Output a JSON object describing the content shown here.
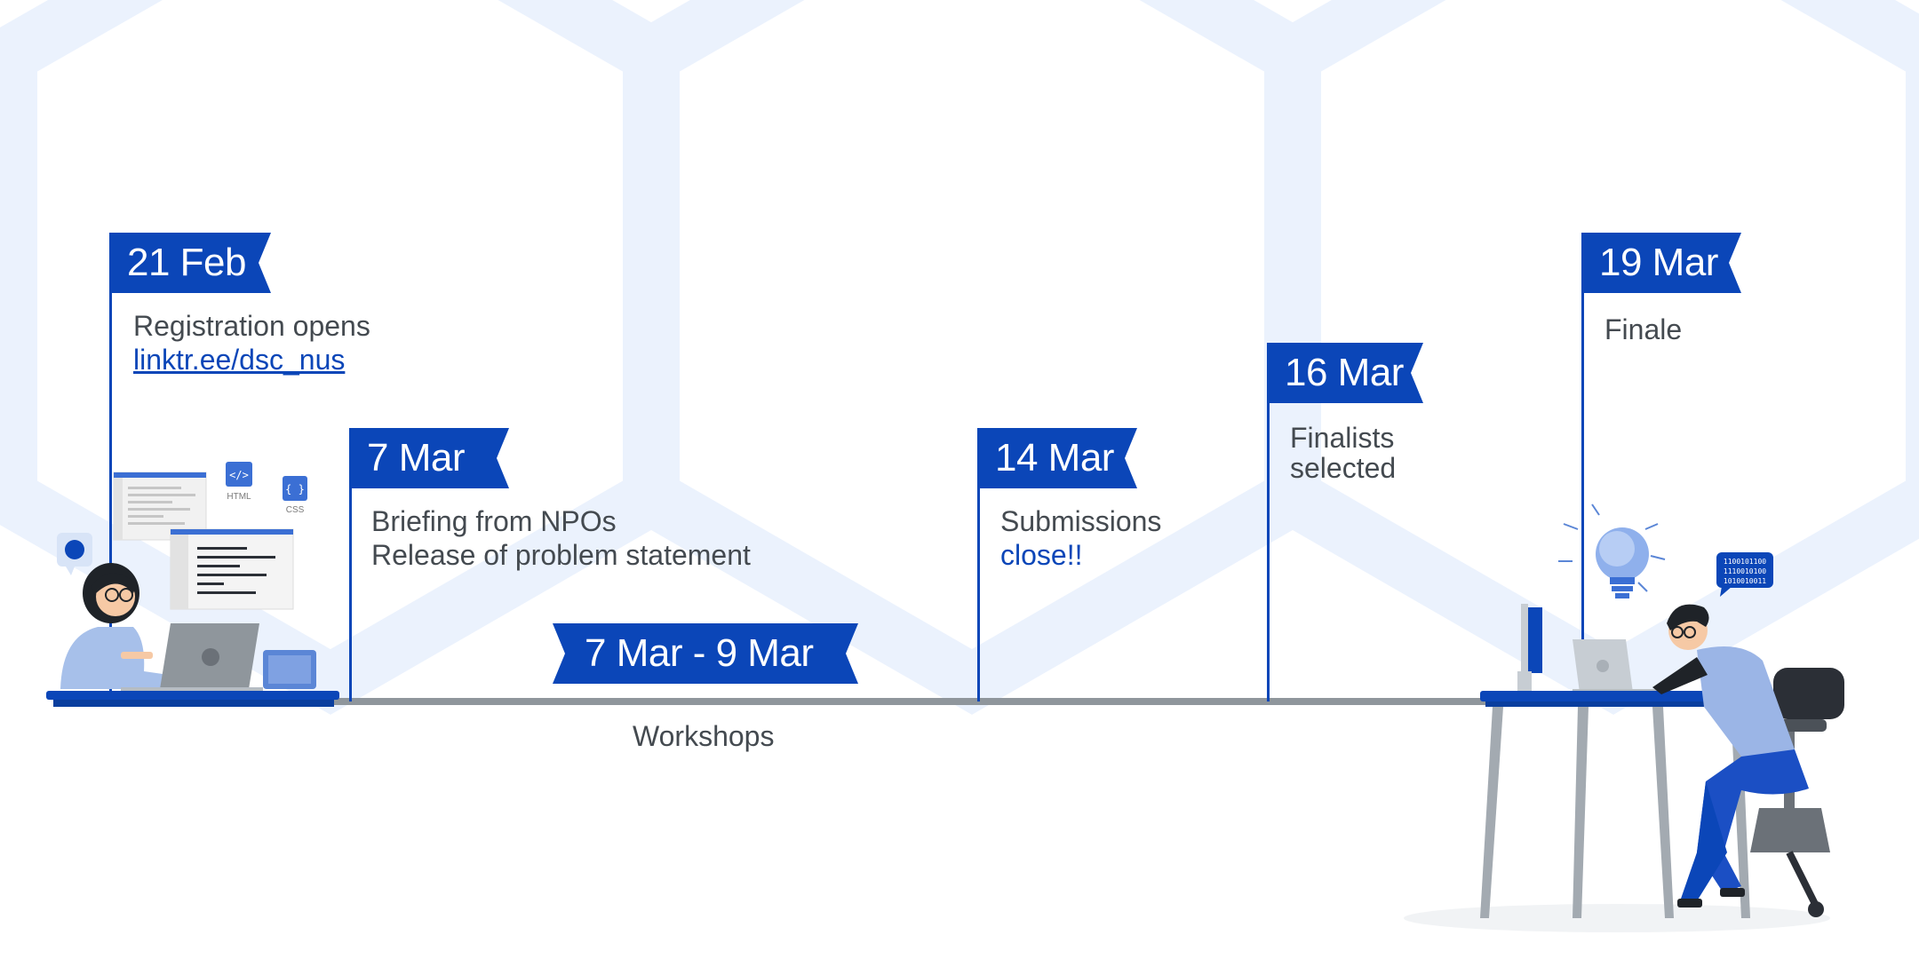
{
  "colors": {
    "brand_blue": "#0b46b8",
    "axis_gray": "#8f969c",
    "text_gray": "#444a50",
    "hex_bg": "#ebf2fd"
  },
  "events": {
    "e1": {
      "date": "21 Feb",
      "lines": [
        "Registration opens"
      ],
      "link": "linktr.ee/dsc_nus"
    },
    "e2": {
      "date": "7 Mar",
      "lines": [
        "Briefing from NPOs",
        "Release of problem statement"
      ]
    },
    "e3": {
      "date": "7 Mar - 9 Mar",
      "label": "Workshops"
    },
    "e4": {
      "date": "14 Mar",
      "lines": [
        "Submissions"
      ],
      "highlight": "close!!"
    },
    "e5": {
      "date": "16 Mar",
      "lines": [
        "Finalists",
        "selected"
      ]
    },
    "e6": {
      "date": "19 Mar",
      "lines": [
        "Finale"
      ]
    }
  },
  "illustration_left": {
    "badges": [
      "HTML",
      "CSS"
    ]
  },
  "illustration_right": {
    "binary_lines": [
      "1100101100",
      "1110010100",
      "1010010011"
    ]
  }
}
